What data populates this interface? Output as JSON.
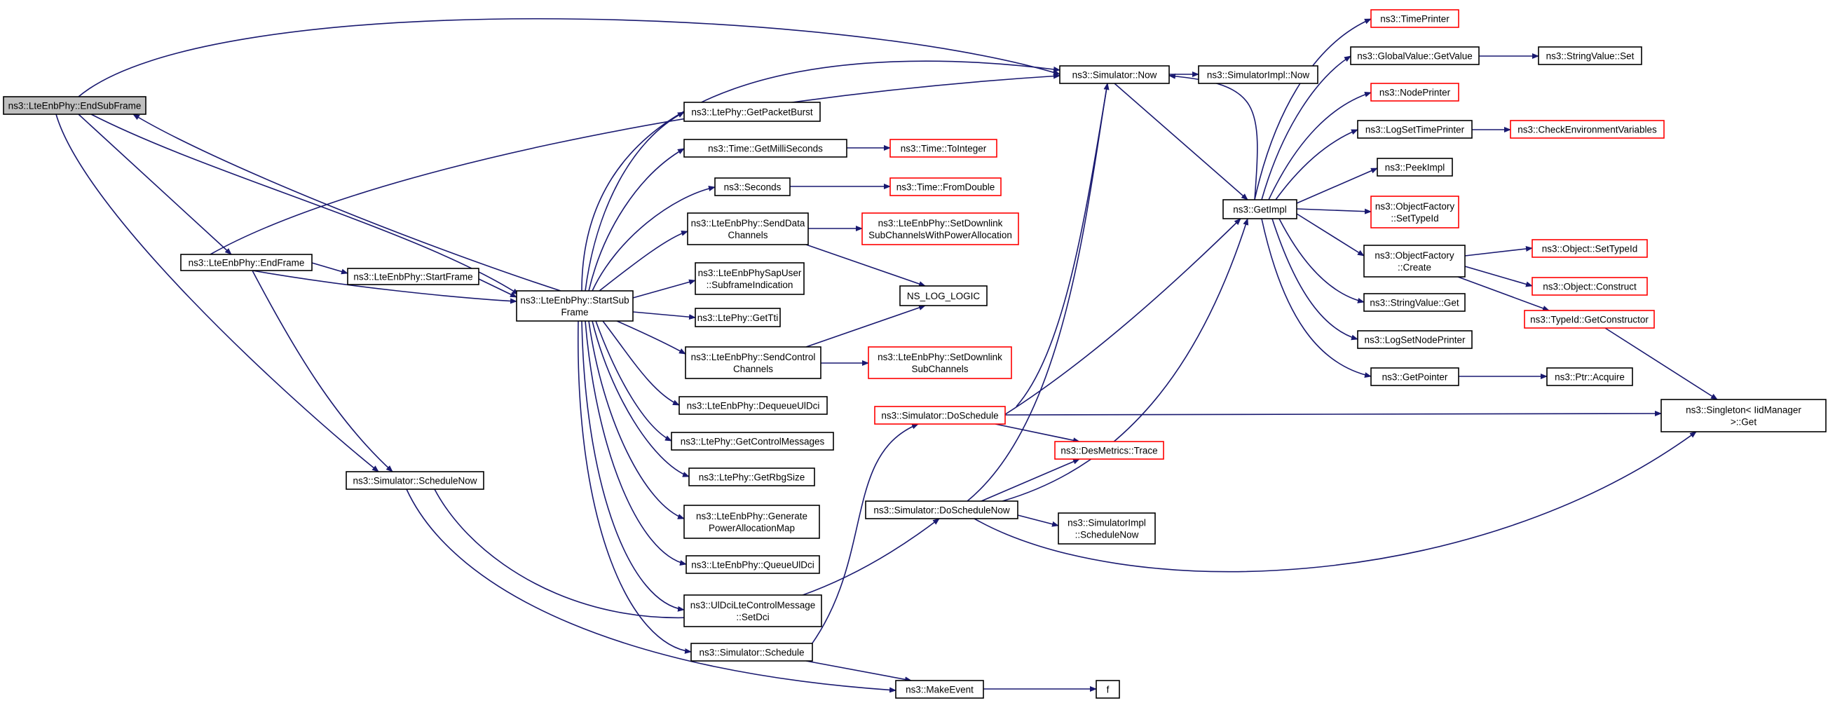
{
  "diagram": {
    "edge_color": "#191970",
    "root_fill": "#bfbfbf",
    "highlight_border": "#ff0000",
    "nodes": [
      {
        "id": "endsubframe",
        "lines": [
          "ns3::LteEnbPhy::EndSubFrame"
        ],
        "style": "root"
      },
      {
        "id": "endframe",
        "lines": [
          "ns3::LteEnbPhy::EndFrame"
        ],
        "style": "normal"
      },
      {
        "id": "startframe",
        "lines": [
          "ns3::LteEnbPhy::StartFrame"
        ],
        "style": "normal"
      },
      {
        "id": "startsub",
        "lines": [
          "ns3::LteEnbPhy::StartSub",
          "Frame"
        ],
        "style": "normal"
      },
      {
        "id": "schedulenow",
        "lines": [
          "ns3::Simulator::ScheduleNow"
        ],
        "style": "normal"
      },
      {
        "id": "getpacketburst",
        "lines": [
          "ns3::LtePhy::GetPacketBurst"
        ],
        "style": "normal"
      },
      {
        "id": "getmilli",
        "lines": [
          "ns3::Time::GetMilliSeconds"
        ],
        "style": "normal"
      },
      {
        "id": "seconds",
        "lines": [
          "ns3::Seconds"
        ],
        "style": "normal"
      },
      {
        "id": "senddata",
        "lines": [
          "ns3::LteEnbPhy::SendData",
          "Channels"
        ],
        "style": "normal"
      },
      {
        "id": "sapuser",
        "lines": [
          "ns3::LteEnbPhySapUser",
          "::SubframeIndication"
        ],
        "style": "normal"
      },
      {
        "id": "gettti",
        "lines": [
          "ns3::LtePhy::GetTti"
        ],
        "style": "normal"
      },
      {
        "id": "sendcontrol",
        "lines": [
          "ns3::LteEnbPhy::SendControl",
          "Channels"
        ],
        "style": "normal"
      },
      {
        "id": "dequeue",
        "lines": [
          "ns3::LteEnbPhy::DequeueUlDci"
        ],
        "style": "normal"
      },
      {
        "id": "getcontrol",
        "lines": [
          "ns3::LtePhy::GetControlMessages"
        ],
        "style": "normal"
      },
      {
        "id": "getrbg",
        "lines": [
          "ns3::LtePhy::GetRbgSize"
        ],
        "style": "normal"
      },
      {
        "id": "generate",
        "lines": [
          "ns3::LteEnbPhy::Generate",
          "PowerAllocationMap"
        ],
        "style": "normal"
      },
      {
        "id": "queue",
        "lines": [
          "ns3::LteEnbPhy::QueueUlDci"
        ],
        "style": "normal"
      },
      {
        "id": "uldci",
        "lines": [
          "ns3::UlDciLteControlMessage",
          "::SetDci"
        ],
        "style": "normal"
      },
      {
        "id": "schedule",
        "lines": [
          "ns3::Simulator::Schedule"
        ],
        "style": "normal"
      },
      {
        "id": "toint",
        "lines": [
          "ns3::Time::ToInteger"
        ],
        "style": "red"
      },
      {
        "id": "fromdouble",
        "lines": [
          "ns3::Time::FromDouble"
        ],
        "style": "red"
      },
      {
        "id": "setdlpower",
        "lines": [
          "ns3::LteEnbPhy::SetDownlink",
          "SubChannelsWithPowerAllocation"
        ],
        "style": "red"
      },
      {
        "id": "nslog",
        "lines": [
          "NS_LOG_LOGIC"
        ],
        "style": "normal"
      },
      {
        "id": "setdl",
        "lines": [
          "ns3::LteEnbPhy::SetDownlink",
          "SubChannels"
        ],
        "style": "red"
      },
      {
        "id": "doschedule",
        "lines": [
          "ns3::Simulator::DoSchedule"
        ],
        "style": "red"
      },
      {
        "id": "doschedulenow",
        "lines": [
          "ns3::Simulator::DoScheduleNow"
        ],
        "style": "normal"
      },
      {
        "id": "makeevent",
        "lines": [
          "ns3::MakeEvent"
        ],
        "style": "normal"
      },
      {
        "id": "f",
        "lines": [
          "f"
        ],
        "style": "normal"
      },
      {
        "id": "now",
        "lines": [
          "ns3::Simulator::Now"
        ],
        "style": "normal"
      },
      {
        "id": "implnow",
        "lines": [
          "ns3::SimulatorImpl::Now"
        ],
        "style": "normal"
      },
      {
        "id": "getimpl",
        "lines": [
          "ns3::GetImpl"
        ],
        "style": "normal"
      },
      {
        "id": "desmetrics",
        "lines": [
          "ns3::DesMetrics::Trace"
        ],
        "style": "red"
      },
      {
        "id": "implschedulenow",
        "lines": [
          "ns3::SimulatorImpl",
          "::ScheduleNow"
        ],
        "style": "normal"
      },
      {
        "id": "timeprinter",
        "lines": [
          "ns3::TimePrinter"
        ],
        "style": "red"
      },
      {
        "id": "gvgetvalue",
        "lines": [
          "ns3::GlobalValue::GetValue"
        ],
        "style": "normal"
      },
      {
        "id": "nodeprinter",
        "lines": [
          "ns3::NodePrinter"
        ],
        "style": "red"
      },
      {
        "id": "logsettime",
        "lines": [
          "ns3::LogSetTimePrinter"
        ],
        "style": "normal"
      },
      {
        "id": "peekimpl",
        "lines": [
          "ns3::PeekImpl"
        ],
        "style": "normal"
      },
      {
        "id": "ofsettypeid",
        "lines": [
          "ns3::ObjectFactory",
          "::SetTypeId"
        ],
        "style": "red"
      },
      {
        "id": "ofcreate",
        "lines": [
          "ns3::ObjectFactory",
          "::Create"
        ],
        "style": "normal"
      },
      {
        "id": "svget",
        "lines": [
          "ns3::StringValue::Get"
        ],
        "style": "normal"
      },
      {
        "id": "logsetnode",
        "lines": [
          "ns3::LogSetNodePrinter"
        ],
        "style": "normal"
      },
      {
        "id": "getpointer",
        "lines": [
          "ns3::GetPointer"
        ],
        "style": "normal"
      },
      {
        "id": "svset",
        "lines": [
          "ns3::StringValue::Set"
        ],
        "style": "normal"
      },
      {
        "id": "checkenv",
        "lines": [
          "ns3::CheckEnvironmentVariables"
        ],
        "style": "red"
      },
      {
        "id": "objsettypeid",
        "lines": [
          "ns3::Object::SetTypeId"
        ],
        "style": "red"
      },
      {
        "id": "objconstruct",
        "lines": [
          "ns3::Object::Construct"
        ],
        "style": "red"
      },
      {
        "id": "getconstructor",
        "lines": [
          "ns3::TypeId::GetConstructor"
        ],
        "style": "red"
      },
      {
        "id": "ptracquire",
        "lines": [
          "ns3::Ptr::Acquire"
        ],
        "style": "normal"
      },
      {
        "id": "singleton",
        "lines": [
          "ns3::Singleton< IidManager",
          "  >::Get"
        ],
        "style": "normal"
      }
    ]
  }
}
